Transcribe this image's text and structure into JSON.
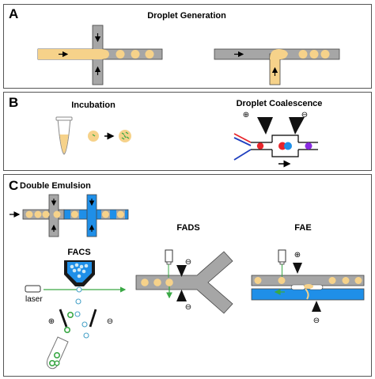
{
  "panels": {
    "a": {
      "letter": "A",
      "title": "Droplet Generation"
    },
    "b": {
      "letter": "B",
      "incubation": "Incubation",
      "coalescence": "Droplet Coalescence"
    },
    "c": {
      "letter": "C",
      "double_emulsion": "Double Emulsion",
      "facs": "FACS",
      "fads": "FADS",
      "fae": "FAE",
      "laser": "laser"
    }
  },
  "colors": {
    "channel_gray": "#a6a6a6",
    "aqueous_yellow": "#f6d28a",
    "buffer_blue": "#1f8fe8",
    "fluorescent_green": "#3aa845",
    "electrode_black": "#111111",
    "red_droplet": "#e8252b",
    "purple_droplet": "#8a2be2"
  },
  "icons": [
    "plus-electrode-icon",
    "minus-electrode-icon",
    "camera-icon",
    "laser-icon",
    "eppendorf-tube-icon",
    "flow-arrow-icon"
  ]
}
